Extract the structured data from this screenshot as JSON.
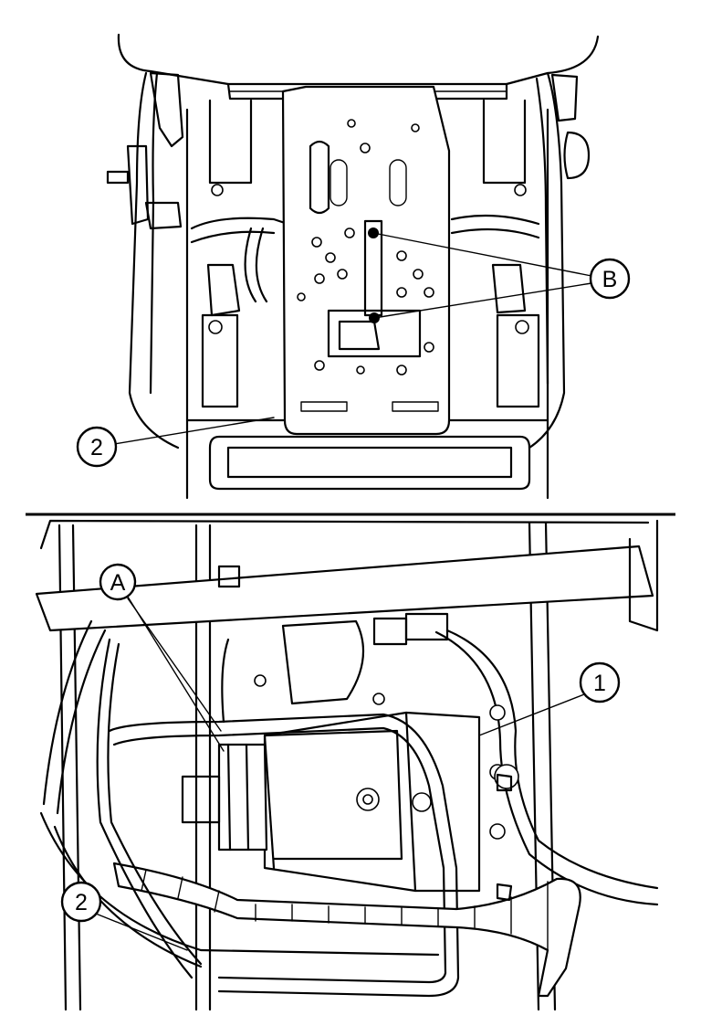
{
  "callouts": {
    "B": "B",
    "two_upper": "2",
    "A": "A",
    "one": "1",
    "two_lower": "2"
  }
}
